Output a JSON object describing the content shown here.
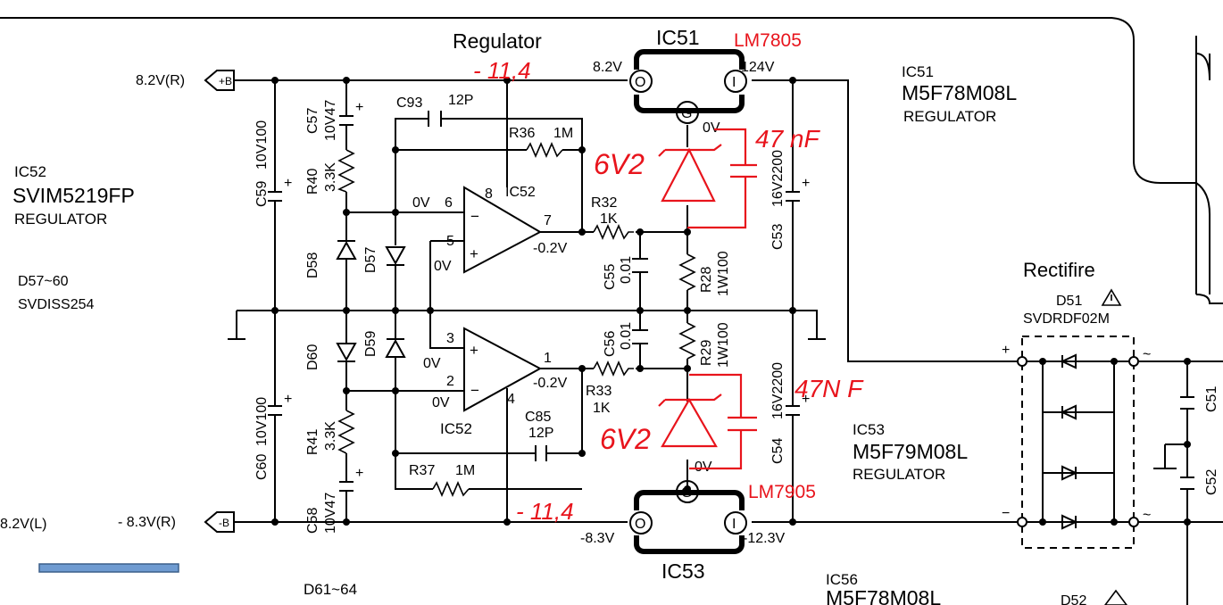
{
  "labels": {
    "regulator_title": "Regulator",
    "ic51_top": "IC51",
    "lm7805": "LM7805",
    "v_in_pos_82": "8.2V",
    "v_124": "124V",
    "ov_top": "0V",
    "ic51_name": "IC51",
    "ic51_part": "M5F78M08L",
    "ic51_desc": "REGULATOR",
    "ic52_name": "IC52",
    "ic52_part": "SVIM5219FP",
    "ic52_desc": "REGULATOR",
    "d57_60": "D57~60",
    "d57_60_part": "SVDISS254",
    "v_82r": "8.2V(R)",
    "plus_b": "+B",
    "minus_b": "-B",
    "v_83r": "- 8.3V(R)",
    "v_82l": "8.2V(L)",
    "c57": "C57",
    "c57_val": "10V47",
    "r40": "R40",
    "r40_val": "3.3K",
    "c59": "C59",
    "c59_val": "10V100",
    "d58": "D58",
    "d57": "D57",
    "c93": "C93",
    "c93_val": "12P",
    "r36": "R36",
    "r36_val": "1M",
    "ic52_unit": "IC52",
    "pin6": "6",
    "pin8": "8",
    "pin7": "7",
    "pin5": "5",
    "ov_a": "0V",
    "ov_b": "0V",
    "v_m02": "-0.2V",
    "r32": "R32",
    "r32_val": "1K",
    "c55": "C55",
    "c55_val": "0.01",
    "r28": "R28",
    "r28_val": "1W100",
    "c53": "C53",
    "c53_val": "16V2200",
    "rectifier_title": "Rectifire",
    "d51": "D51",
    "d51_part": "SVDRDF02M",
    "d60": "D60",
    "d59": "D59",
    "pin3": "3",
    "pin2": "2",
    "pin1": "1",
    "pin4": "4",
    "ov_c": "0V",
    "ov_d": "0V",
    "v_m02b": "-0.2V",
    "c56": "C56",
    "c56_val": "0.01",
    "r29": "R29",
    "r29_val": "1W100",
    "r33": "R33",
    "r33_val": "1K",
    "ic52_unit_b": "IC52",
    "c85": "C85",
    "c85_val": "12P",
    "r41": "R41",
    "r41_val": "3.3K",
    "c60": "C60",
    "c60_val": "10V100",
    "c58": "C58",
    "c58_val": "10V47",
    "r37": "R37",
    "r37_val": "1M",
    "c54": "C54",
    "c54_val": "16V2200",
    "ic53_name": "IC53",
    "ic53_part": "M5F79M08L",
    "ic53_desc": "REGULATOR",
    "lm7905": "LM7905",
    "v_m83": "-8.3V",
    "v_m123": "-12.3V",
    "ov_bot": "0V",
    "ic53_bot": "IC53",
    "d61_64": "D61~64",
    "ic56_name": "IC56",
    "ic56_part": "M5F78M08L",
    "d52": "D52",
    "c51": "C51",
    "c52": "C52",
    "pin_o": "O",
    "pin_i": "I",
    "pin_g": "G",
    "plus": "+",
    "minus": "−",
    "tilde": "~"
  },
  "annotations": {
    "top_voltage": "- 11,4",
    "bottom_voltage": "- 11,4",
    "zener_top": "6V2",
    "zener_bottom": "6V2",
    "cap_top": "47 nF",
    "cap_bottom": "47N F"
  },
  "colors": {
    "ink": "#000000",
    "annotation": "#e8141c",
    "highlight_bar": "#6f9bd1"
  }
}
